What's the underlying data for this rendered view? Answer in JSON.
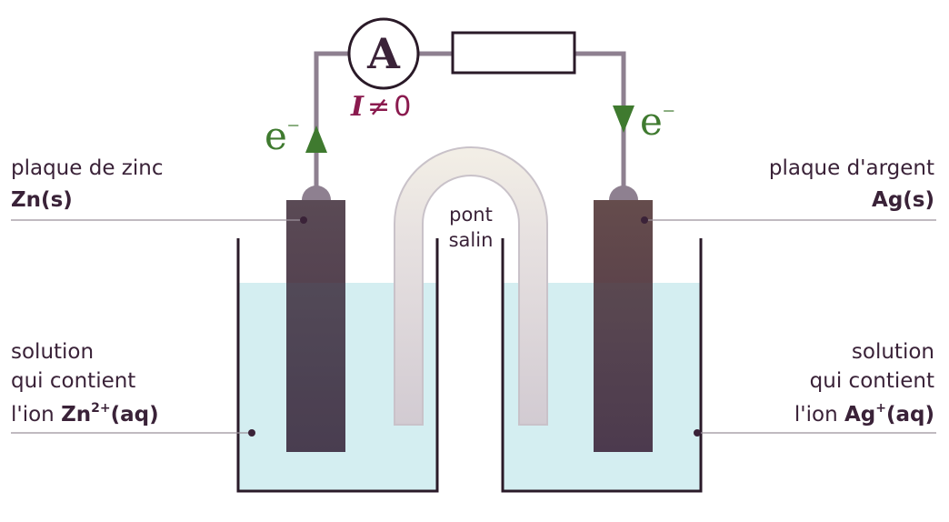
{
  "colors": {
    "wire": "#8e8090",
    "electron": "#3f7a2f",
    "current": "#8a1a4e",
    "solution": "#d4eef1",
    "beaker": "#2a1a28",
    "text": "#3a2238",
    "zinc": "#4e3a4b",
    "silver": "#5a3a44"
  },
  "ammeter": {
    "symbol": "A"
  },
  "current": {
    "symbol": "I",
    "relation": "≠",
    "value": "0"
  },
  "electron": {
    "symbol": "e",
    "charge": "−"
  },
  "bridge": {
    "line1": "pont",
    "line2": "salin"
  },
  "left": {
    "plate_name": "plaque de zinc",
    "plate_formula": "Zn(s)",
    "solution_line1": "solution",
    "solution_line2": "qui contient",
    "solution_prefix": "l'ion ",
    "ion_symbol": "Zn",
    "ion_charge": "2+",
    "ion_state": "(aq)"
  },
  "right": {
    "plate_name": "plaque d'argent",
    "plate_formula": "Ag(s)",
    "solution_line1": "solution",
    "solution_line2": "qui contient",
    "solution_prefix": "l'ion ",
    "ion_symbol": "Ag",
    "ion_charge": "+",
    "ion_state": "(aq)"
  }
}
